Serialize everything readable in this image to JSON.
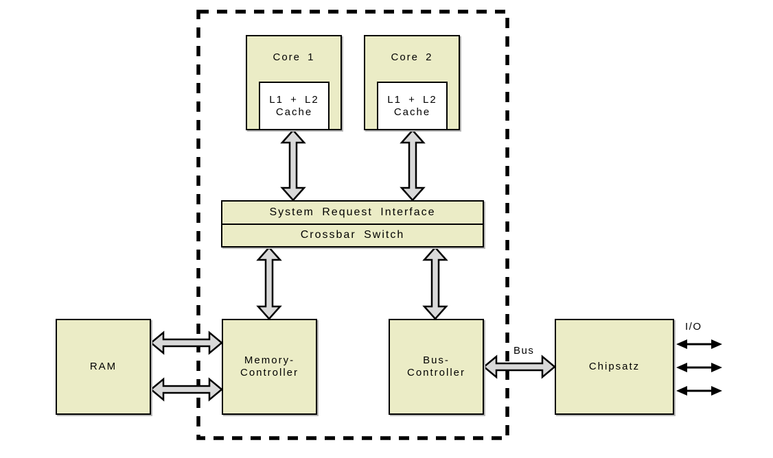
{
  "blocks": {
    "core1": {
      "label": "Core 1"
    },
    "core1_cache": {
      "line1": "L1 + L2",
      "line2": "Cache"
    },
    "core2": {
      "label": "Core 2"
    },
    "core2_cache": {
      "line1": "L1 + L2",
      "line2": "Cache"
    },
    "sri": {
      "label": "System Request Interface"
    },
    "crossbar": {
      "label": "Crossbar Switch"
    },
    "ram": {
      "label": "RAM"
    },
    "memory_controller": {
      "line1": "Memory-",
      "line2": "Controller"
    },
    "bus_controller": {
      "line1": "Bus-",
      "line2": "Controller"
    },
    "chipset": {
      "label": "Chipsatz"
    }
  },
  "annotations": {
    "bus": "Bus",
    "io": "I/O"
  },
  "colors": {
    "block_fill": "#ebecc6",
    "arrow_fill": "#d9d9d9",
    "line": "#000000"
  }
}
